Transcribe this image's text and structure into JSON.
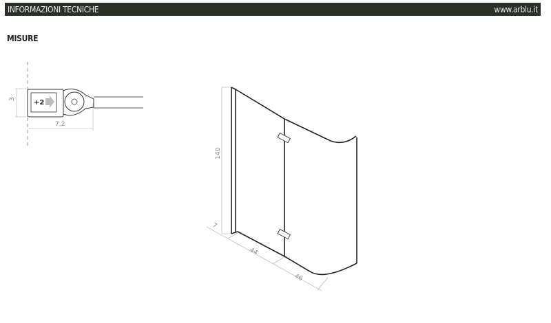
{
  "header": {
    "title": "INFORMAZIONI TECNICHE",
    "website": "www.arblu.it"
  },
  "section_title": "MISURE",
  "profile_detail": {
    "height_label": "3",
    "width_label": "7,2",
    "adjustment_label": "+2"
  },
  "panel_drawing": {
    "height_label": "140",
    "base_label": "7",
    "width_fixed_label": "44",
    "width_curved_label": "46"
  }
}
